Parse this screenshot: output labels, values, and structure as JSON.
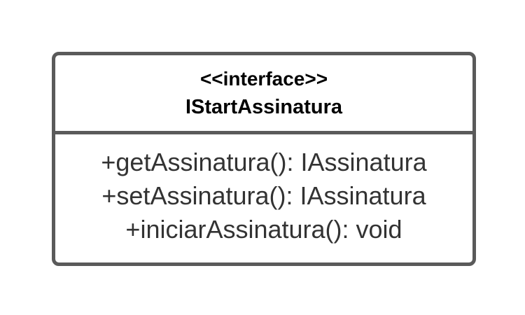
{
  "diagram": {
    "interface": {
      "stereotype": "<<interface>>",
      "name": "IStartAssinatura",
      "operations": [
        "+getAssinatura(): IAssinatura",
        "+setAssinatura(): IAssinatura",
        "+iniciarAssinatura(): void"
      ]
    },
    "colors": {
      "border": "#5a5a5a",
      "title_text": "#000000",
      "operation_text": "#333333"
    }
  }
}
